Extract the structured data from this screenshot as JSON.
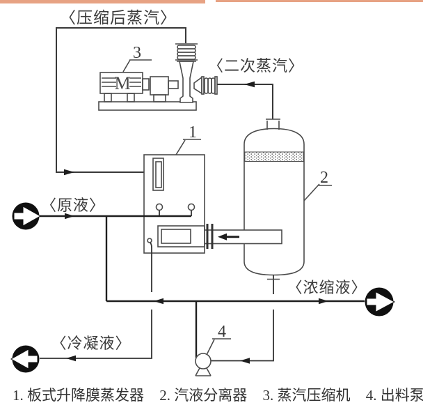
{
  "diagram": {
    "title_labels": {
      "compressed_steam": "〈压缩后蒸汽〉",
      "secondary_steam": "〈二次蒸汽〉",
      "feed": "〈原液〉",
      "concentrate": "〈浓缩液〉",
      "condensate": "〈冷凝液〉"
    },
    "equipment_numbers": {
      "evaporator": "1",
      "separator": "2",
      "compressor": "3",
      "pump": "4"
    },
    "motor_letter": "M",
    "colors": {
      "top_bar": "#e7a283",
      "line": "#4a4a4a",
      "flow_line": "#1e1e1e",
      "text": "#3a3a3a"
    }
  },
  "caption": {
    "items": [
      "1. 板式升降膜蒸发器",
      "2. 汽液分离器",
      "3. 蒸汽压缩机",
      "4. 出料泵"
    ]
  }
}
